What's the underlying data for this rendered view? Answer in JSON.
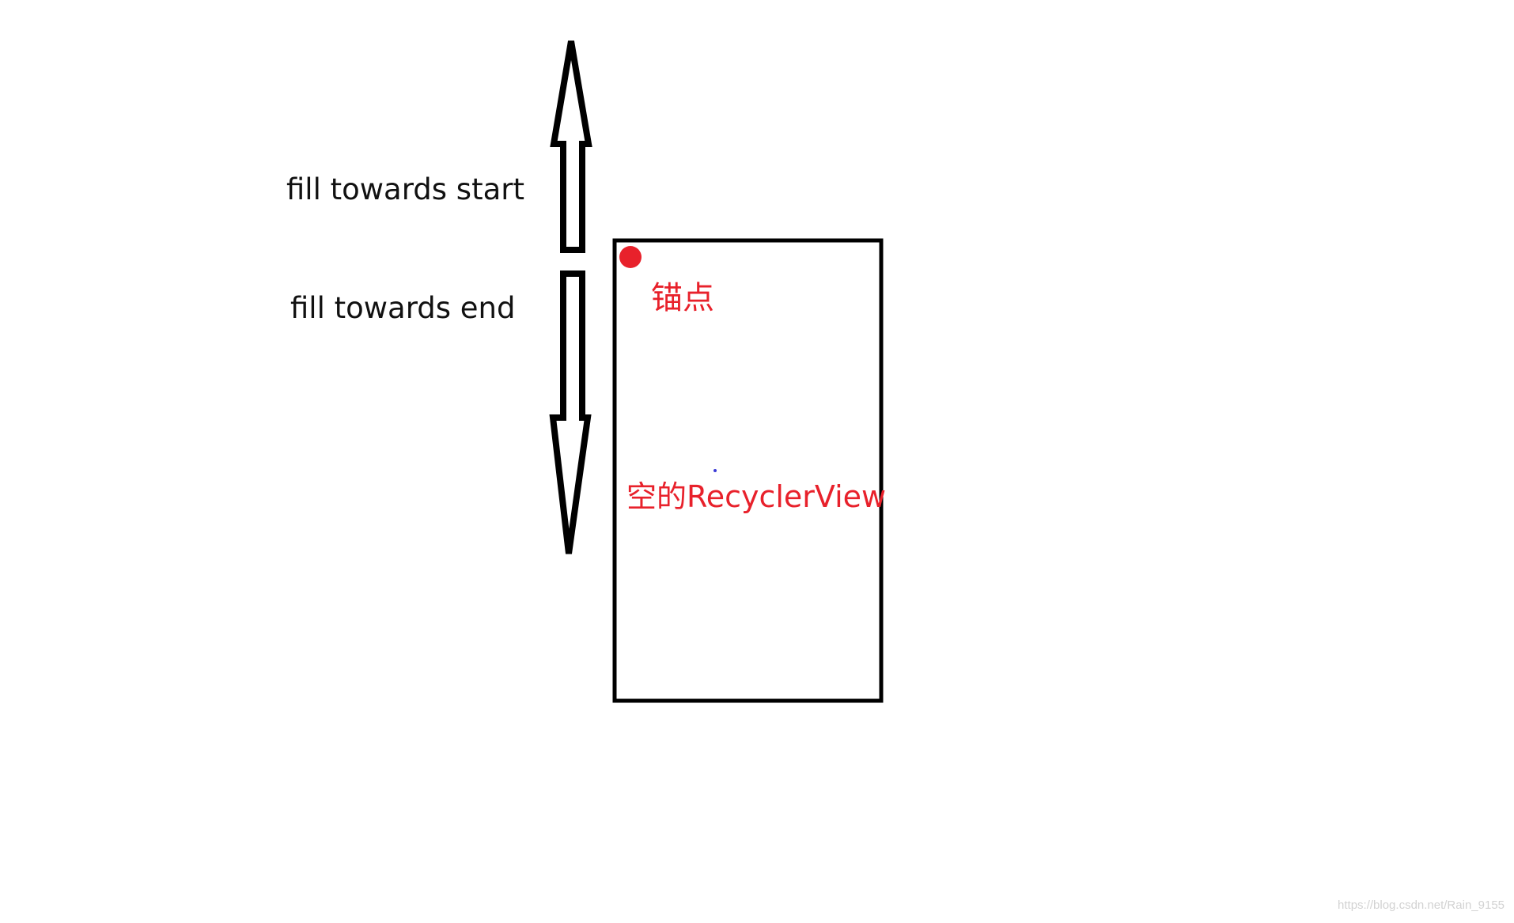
{
  "labels": {
    "fill_start": "fill towards start",
    "fill_end": "fill towards end",
    "anchor": "锚点",
    "recycler_view": "空的RecyclerView"
  },
  "watermark": "https://blog.csdn.net/Rain_9155",
  "colors": {
    "accent_red": "#e8212b",
    "stroke": "#000000",
    "dot_blue": "#3b3bd6"
  }
}
